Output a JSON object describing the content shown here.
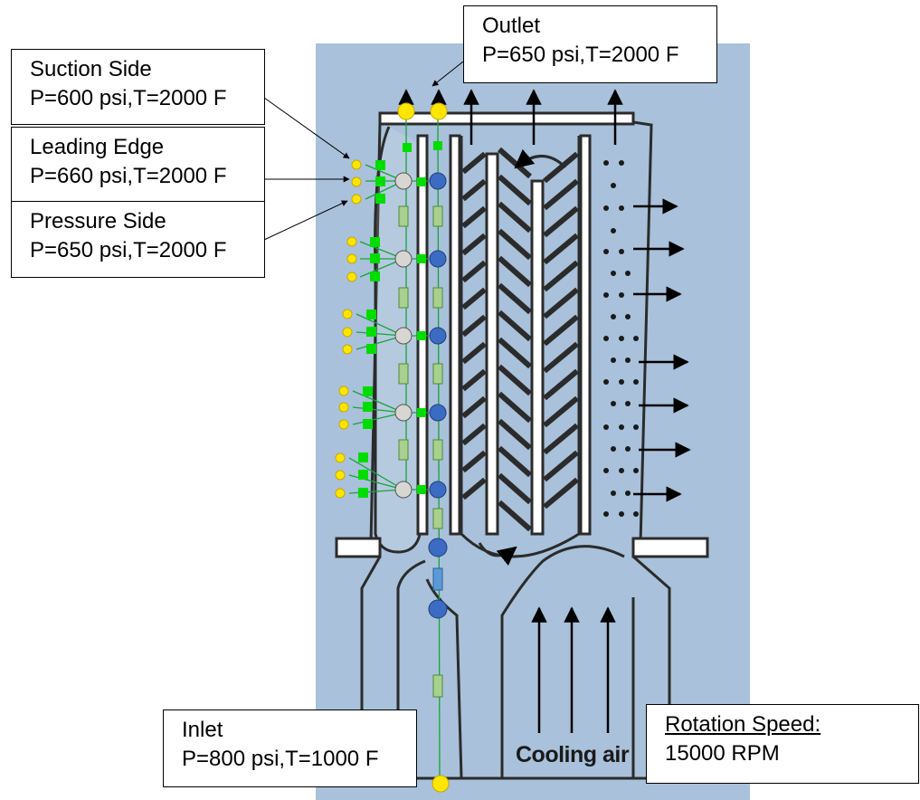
{
  "colors": {
    "background": "#a9c1da",
    "hatch": "#2b2b2b",
    "node_yellow": "#ffe600",
    "node_blue": "#3c6bc4",
    "node_gray": "#d8d6d2",
    "connector_green": "#00dd00",
    "pipe_green": "#a9d08e",
    "pipe_blue": "#5b9bd5",
    "flow_line": "#18a33a"
  },
  "labels": {
    "suction_side": {
      "title": "Suction Side",
      "value": "P=600 psi,T=2000 F"
    },
    "leading_edge": {
      "title": "Leading Edge",
      "value": "P=660 psi,T=2000 F"
    },
    "pressure_side": {
      "title": "Pressure Side",
      "value": "P=650 psi,T=2000 F"
    },
    "outlet": {
      "title": "Outlet",
      "value": "P=650 psi,T=2000 F"
    },
    "inlet": {
      "title": "Inlet",
      "value": "P=800 psi,T=1000 F"
    },
    "rotation": {
      "title": "Rotation Speed:",
      "value": "15000 RPM"
    },
    "cooling_air": "Cooling air"
  }
}
